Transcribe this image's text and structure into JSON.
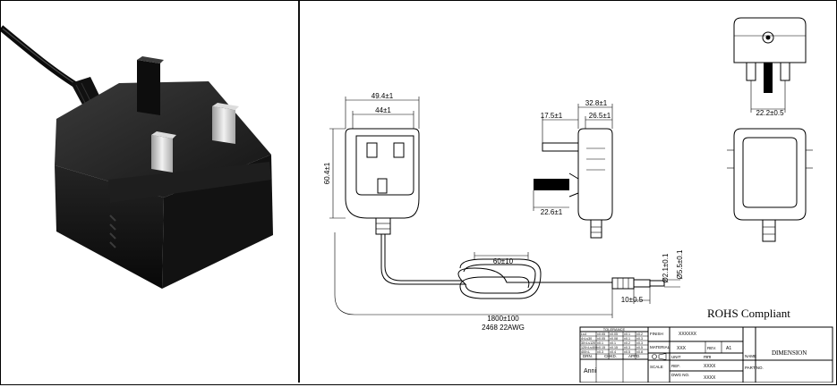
{
  "dimensions": {
    "overall_width": "49.4±1",
    "face_width": "44±1",
    "height": "60.4±1",
    "depth": "32.8±1",
    "body_depth": "26.5±1",
    "pin_top_offset": "17.5±1",
    "pin_length": "22.6±1",
    "pin_spacing": "22.2±0.5",
    "cable_bundle": "60±10",
    "cable_length": "1800±100",
    "cable_spec": "2468  22AWG",
    "plug_length": "10±0.5",
    "plug_inner_diameter": "Ø2.1±0.1",
    "plug_outer_diameter": "Ø5.5±0.1"
  },
  "compliance_note": "ROHS Compliant",
  "title_block": {
    "tolerance_header": "TOLERANCE",
    "tolerance_rows": [
      [
        "L≤4",
        "±0.05",
        "±0.05",
        "±0.1",
        "±0.2"
      ],
      [
        "4<L≤30",
        "±0.05",
        "±0.08",
        "±0.1",
        "±0.3"
      ],
      [
        "30<L≤120",
        "±0.1",
        "±0.1",
        "±0.2",
        "±0.3"
      ],
      [
        "120<L≤400",
        "±0.15",
        "±0.15",
        "±0.3",
        "±0.5"
      ],
      [
        "400<L",
        "±0.3",
        "±0.4",
        "±0.5",
        "±0.8"
      ]
    ],
    "drn_label": "DRN.",
    "chkd_label": "CHKD.",
    "appd_label": "APPD.",
    "drawer_name": "Anni",
    "finish_label": "FINISH",
    "finish_value": "XXXXXX",
    "material_label": "MATERIAL",
    "material_value": "XXX",
    "rev_label": "REV.",
    "rev_value": "A1",
    "unit_label": "UNIT",
    "unit_value": "mm",
    "scale_label": "SCALE",
    "ref_label": "REF.",
    "ref_value": "XXXX",
    "dwg_no_label": "DWG NO.",
    "dwg_no_value": "XXXX",
    "name_label": "NAME",
    "name_value": "DIMENSION",
    "part_no_label": "PART NO."
  }
}
